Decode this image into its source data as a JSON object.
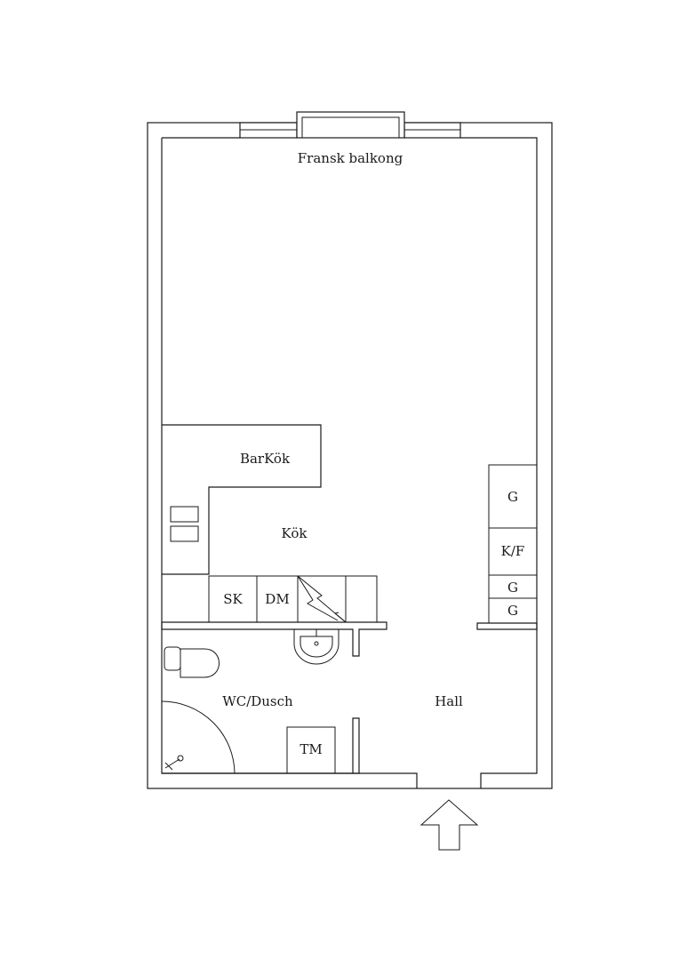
{
  "floorplan": {
    "labels": {
      "balcony": "Fransk balkong",
      "bar_kitchen": "BarKök",
      "kitchen": "Kök",
      "wc_shower": "WC/Dusch",
      "hall": "Hall",
      "sink_cabinet": "SK",
      "dishwasher": "DM",
      "wardrobe_top": "G",
      "fridge_freezer": "K/F",
      "wardrobe_mid": "G",
      "wardrobe_bottom": "G",
      "washing_machine": "TM"
    },
    "icons": {
      "entrance": "entrance-arrow-icon",
      "electrical_panel": "lightning-icon",
      "toilet": "toilet-icon",
      "washbasin": "washbasin-icon",
      "shower_head": "shower-head-icon"
    },
    "colors": {
      "line": "#1a1a1a",
      "background": "#ffffff"
    }
  }
}
